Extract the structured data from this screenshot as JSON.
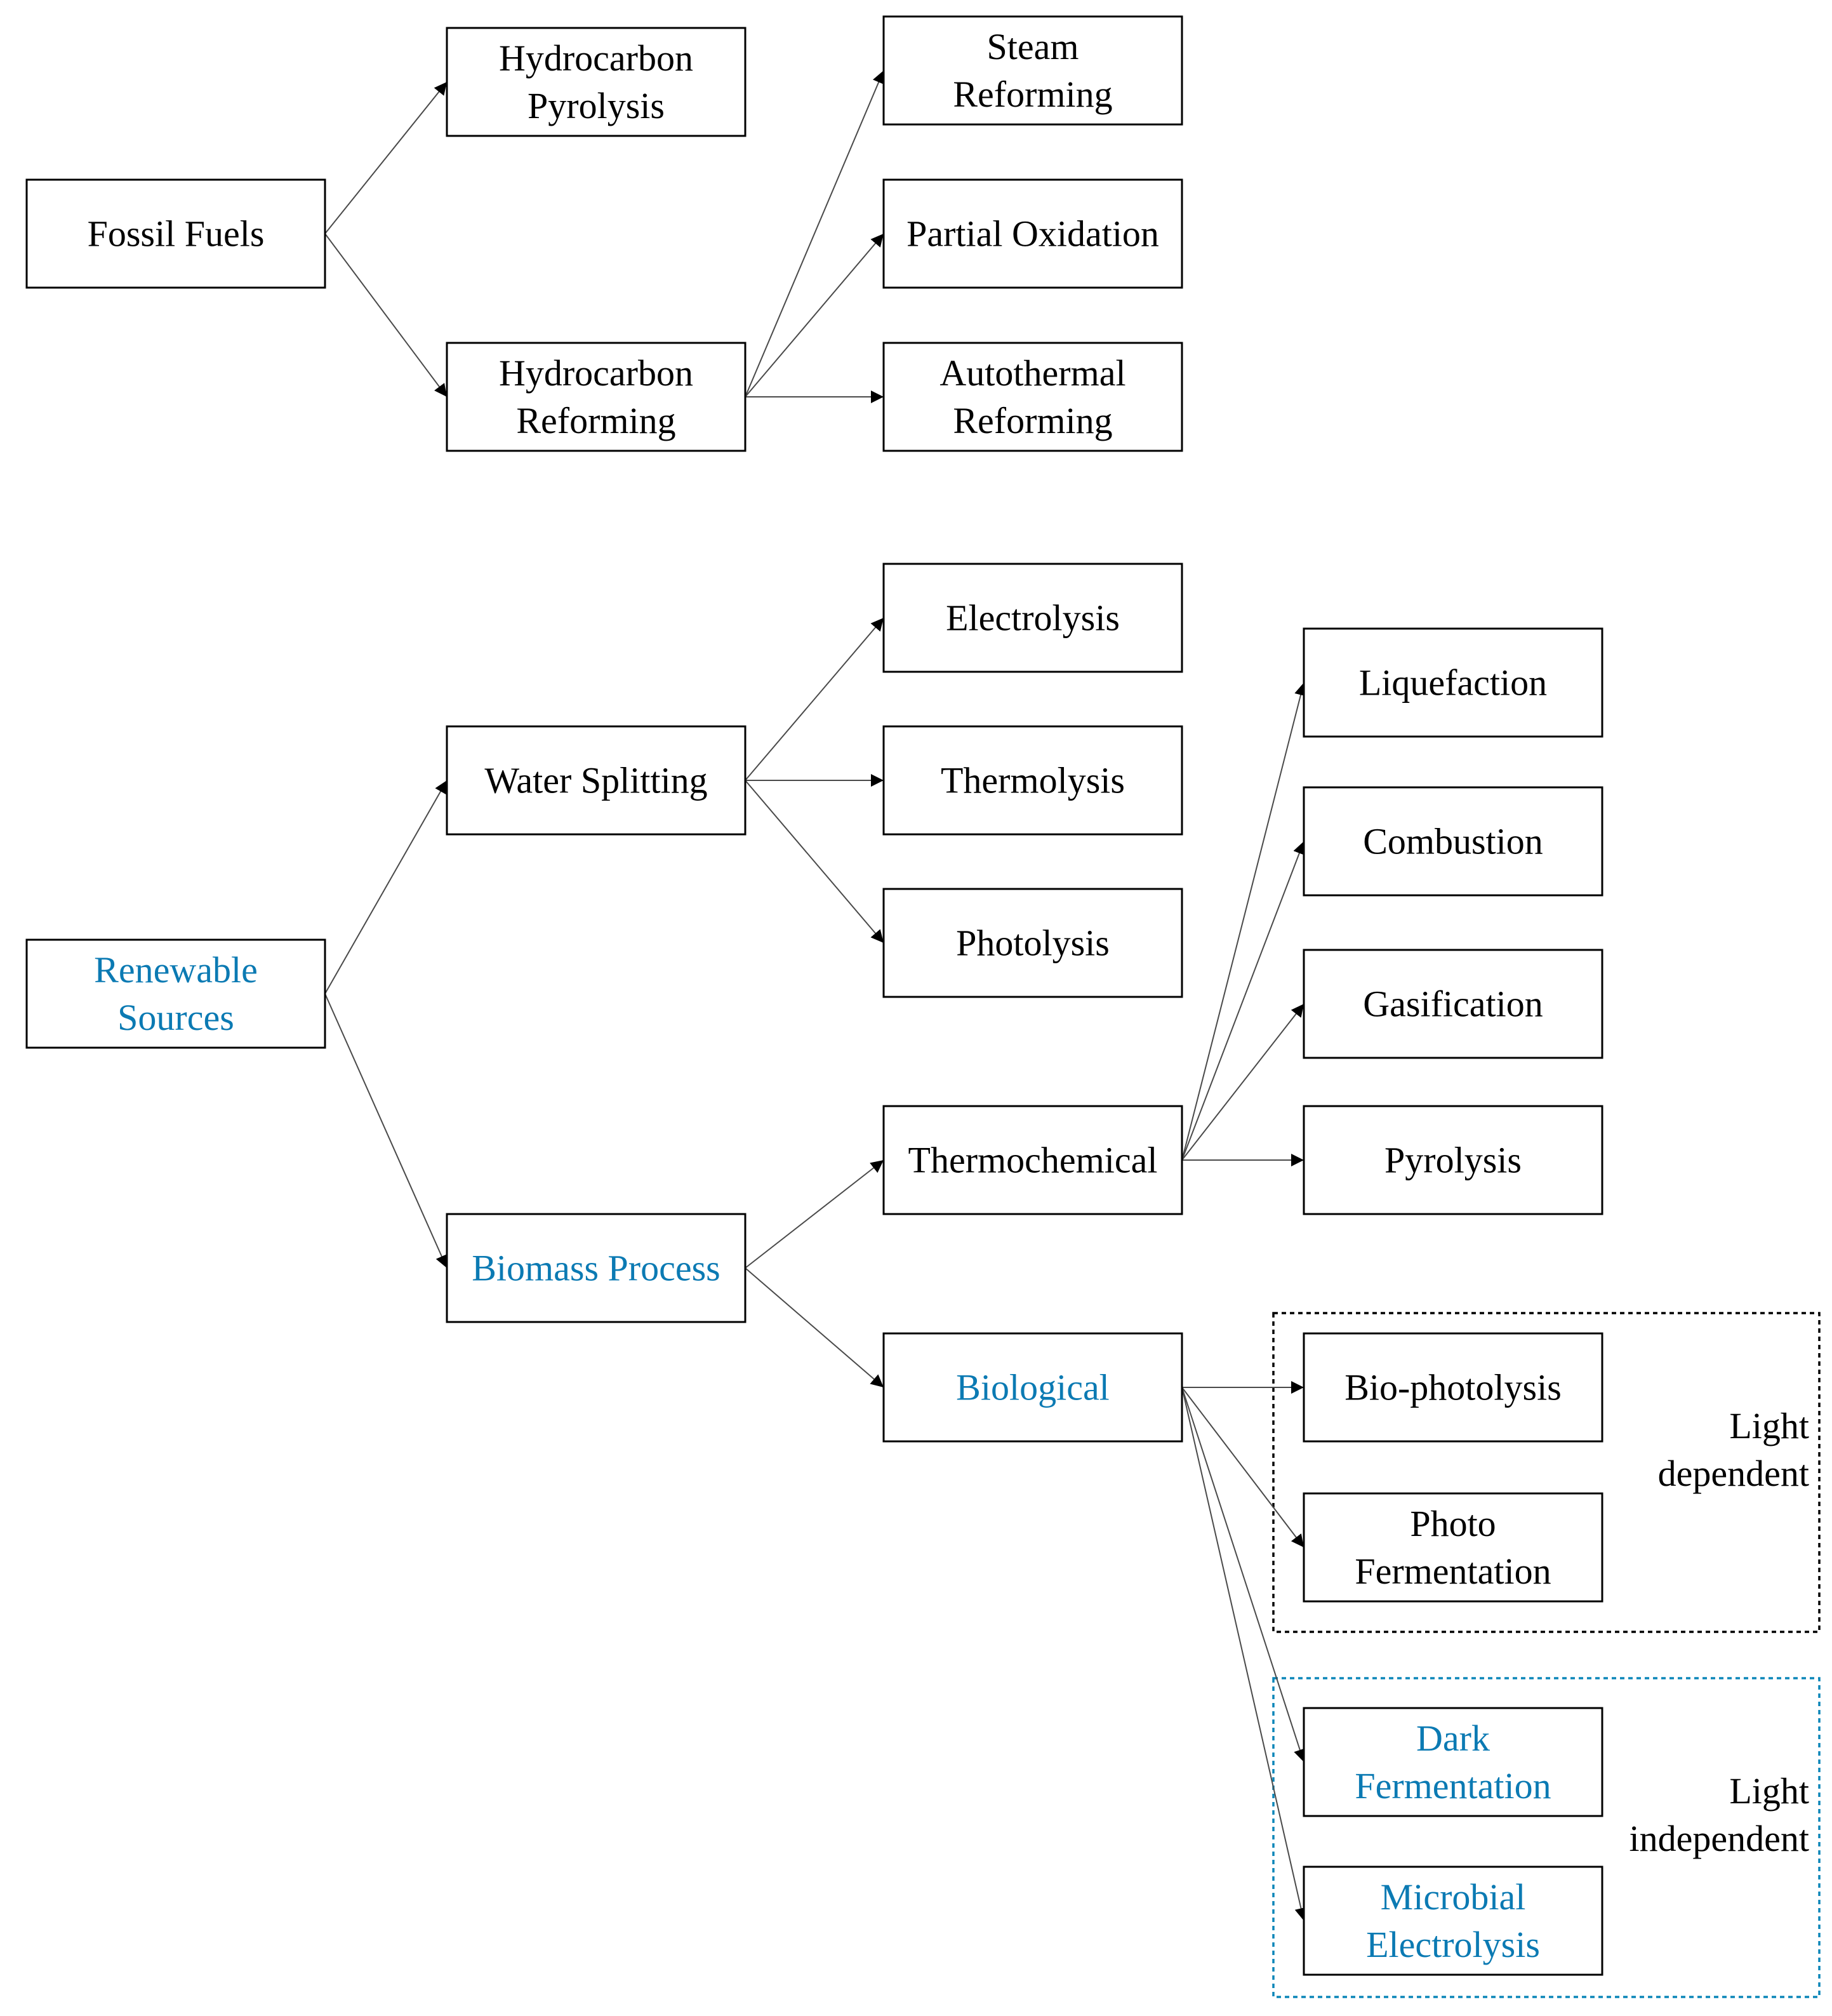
{
  "colors": {
    "accent": "#0b7ab3",
    "default_text": "#000000",
    "edge": "#4a4a4a",
    "light_independent_border": "#0b86b8"
  },
  "nodes": {
    "fossil_fuels": {
      "lines": [
        "Fossil Fuels"
      ],
      "accent": false
    },
    "hydrocarbon_pyrolysis": {
      "lines": [
        "Hydrocarbon",
        "Pyrolysis"
      ],
      "accent": false
    },
    "hydrocarbon_reforming": {
      "lines": [
        "Hydrocarbon",
        "Reforming"
      ],
      "accent": false
    },
    "steam_reforming": {
      "lines": [
        "Steam",
        "Reforming"
      ],
      "accent": false
    },
    "partial_oxidation": {
      "lines": [
        "Partial Oxidation"
      ],
      "accent": false
    },
    "autothermal_reforming": {
      "lines": [
        "Autothermal",
        "Reforming"
      ],
      "accent": false
    },
    "renewable_sources": {
      "lines": [
        "Renewable",
        "Sources"
      ],
      "accent": true
    },
    "water_splitting": {
      "lines": [
        "Water Splitting"
      ],
      "accent": false
    },
    "biomass_process": {
      "lines": [
        "Biomass Process"
      ],
      "accent": true
    },
    "electrolysis": {
      "lines": [
        "Electrolysis"
      ],
      "accent": false
    },
    "thermolysis": {
      "lines": [
        "Thermolysis"
      ],
      "accent": false
    },
    "photolysis": {
      "lines": [
        "Photolysis"
      ],
      "accent": false
    },
    "thermochemical": {
      "lines": [
        "Thermochemical"
      ],
      "accent": false
    },
    "biological": {
      "lines": [
        "Biological"
      ],
      "accent": true
    },
    "liquefaction": {
      "lines": [
        "Liquefaction"
      ],
      "accent": false
    },
    "combustion": {
      "lines": [
        "Combustion"
      ],
      "accent": false
    },
    "gasification": {
      "lines": [
        "Gasification"
      ],
      "accent": false
    },
    "pyrolysis": {
      "lines": [
        "Pyrolysis"
      ],
      "accent": false
    },
    "bio_photolysis": {
      "lines": [
        "Bio-photolysis"
      ],
      "accent": false
    },
    "photo_fermentation": {
      "lines": [
        "Photo",
        "Fermentation"
      ],
      "accent": false
    },
    "dark_fermentation": {
      "lines": [
        "Dark",
        "Fermentation"
      ],
      "accent": true
    },
    "microbial_electrolysis": {
      "lines": [
        "Microbial",
        "Electrolysis"
      ],
      "accent": true
    }
  },
  "edges": [
    [
      "fossil_fuels",
      "hydrocarbon_pyrolysis"
    ],
    [
      "fossil_fuels",
      "hydrocarbon_reforming"
    ],
    [
      "hydrocarbon_reforming",
      "steam_reforming"
    ],
    [
      "hydrocarbon_reforming",
      "partial_oxidation"
    ],
    [
      "hydrocarbon_reforming",
      "autothermal_reforming"
    ],
    [
      "renewable_sources",
      "water_splitting"
    ],
    [
      "renewable_sources",
      "biomass_process"
    ],
    [
      "water_splitting",
      "electrolysis"
    ],
    [
      "water_splitting",
      "thermolysis"
    ],
    [
      "water_splitting",
      "photolysis"
    ],
    [
      "biomass_process",
      "thermochemical"
    ],
    [
      "biomass_process",
      "biological"
    ],
    [
      "thermochemical",
      "liquefaction"
    ],
    [
      "thermochemical",
      "combustion"
    ],
    [
      "thermochemical",
      "gasification"
    ],
    [
      "thermochemical",
      "pyrolysis"
    ],
    [
      "biological",
      "bio_photolysis"
    ],
    [
      "biological",
      "photo_fermentation"
    ],
    [
      "biological",
      "dark_fermentation"
    ],
    [
      "biological",
      "microbial_electrolysis"
    ]
  ],
  "groups": {
    "light_dependent": {
      "lines": [
        "Light",
        "dependent"
      ],
      "style": "dark"
    },
    "light_independent": {
      "lines": [
        "Light",
        "independent"
      ],
      "style": "accent"
    }
  }
}
